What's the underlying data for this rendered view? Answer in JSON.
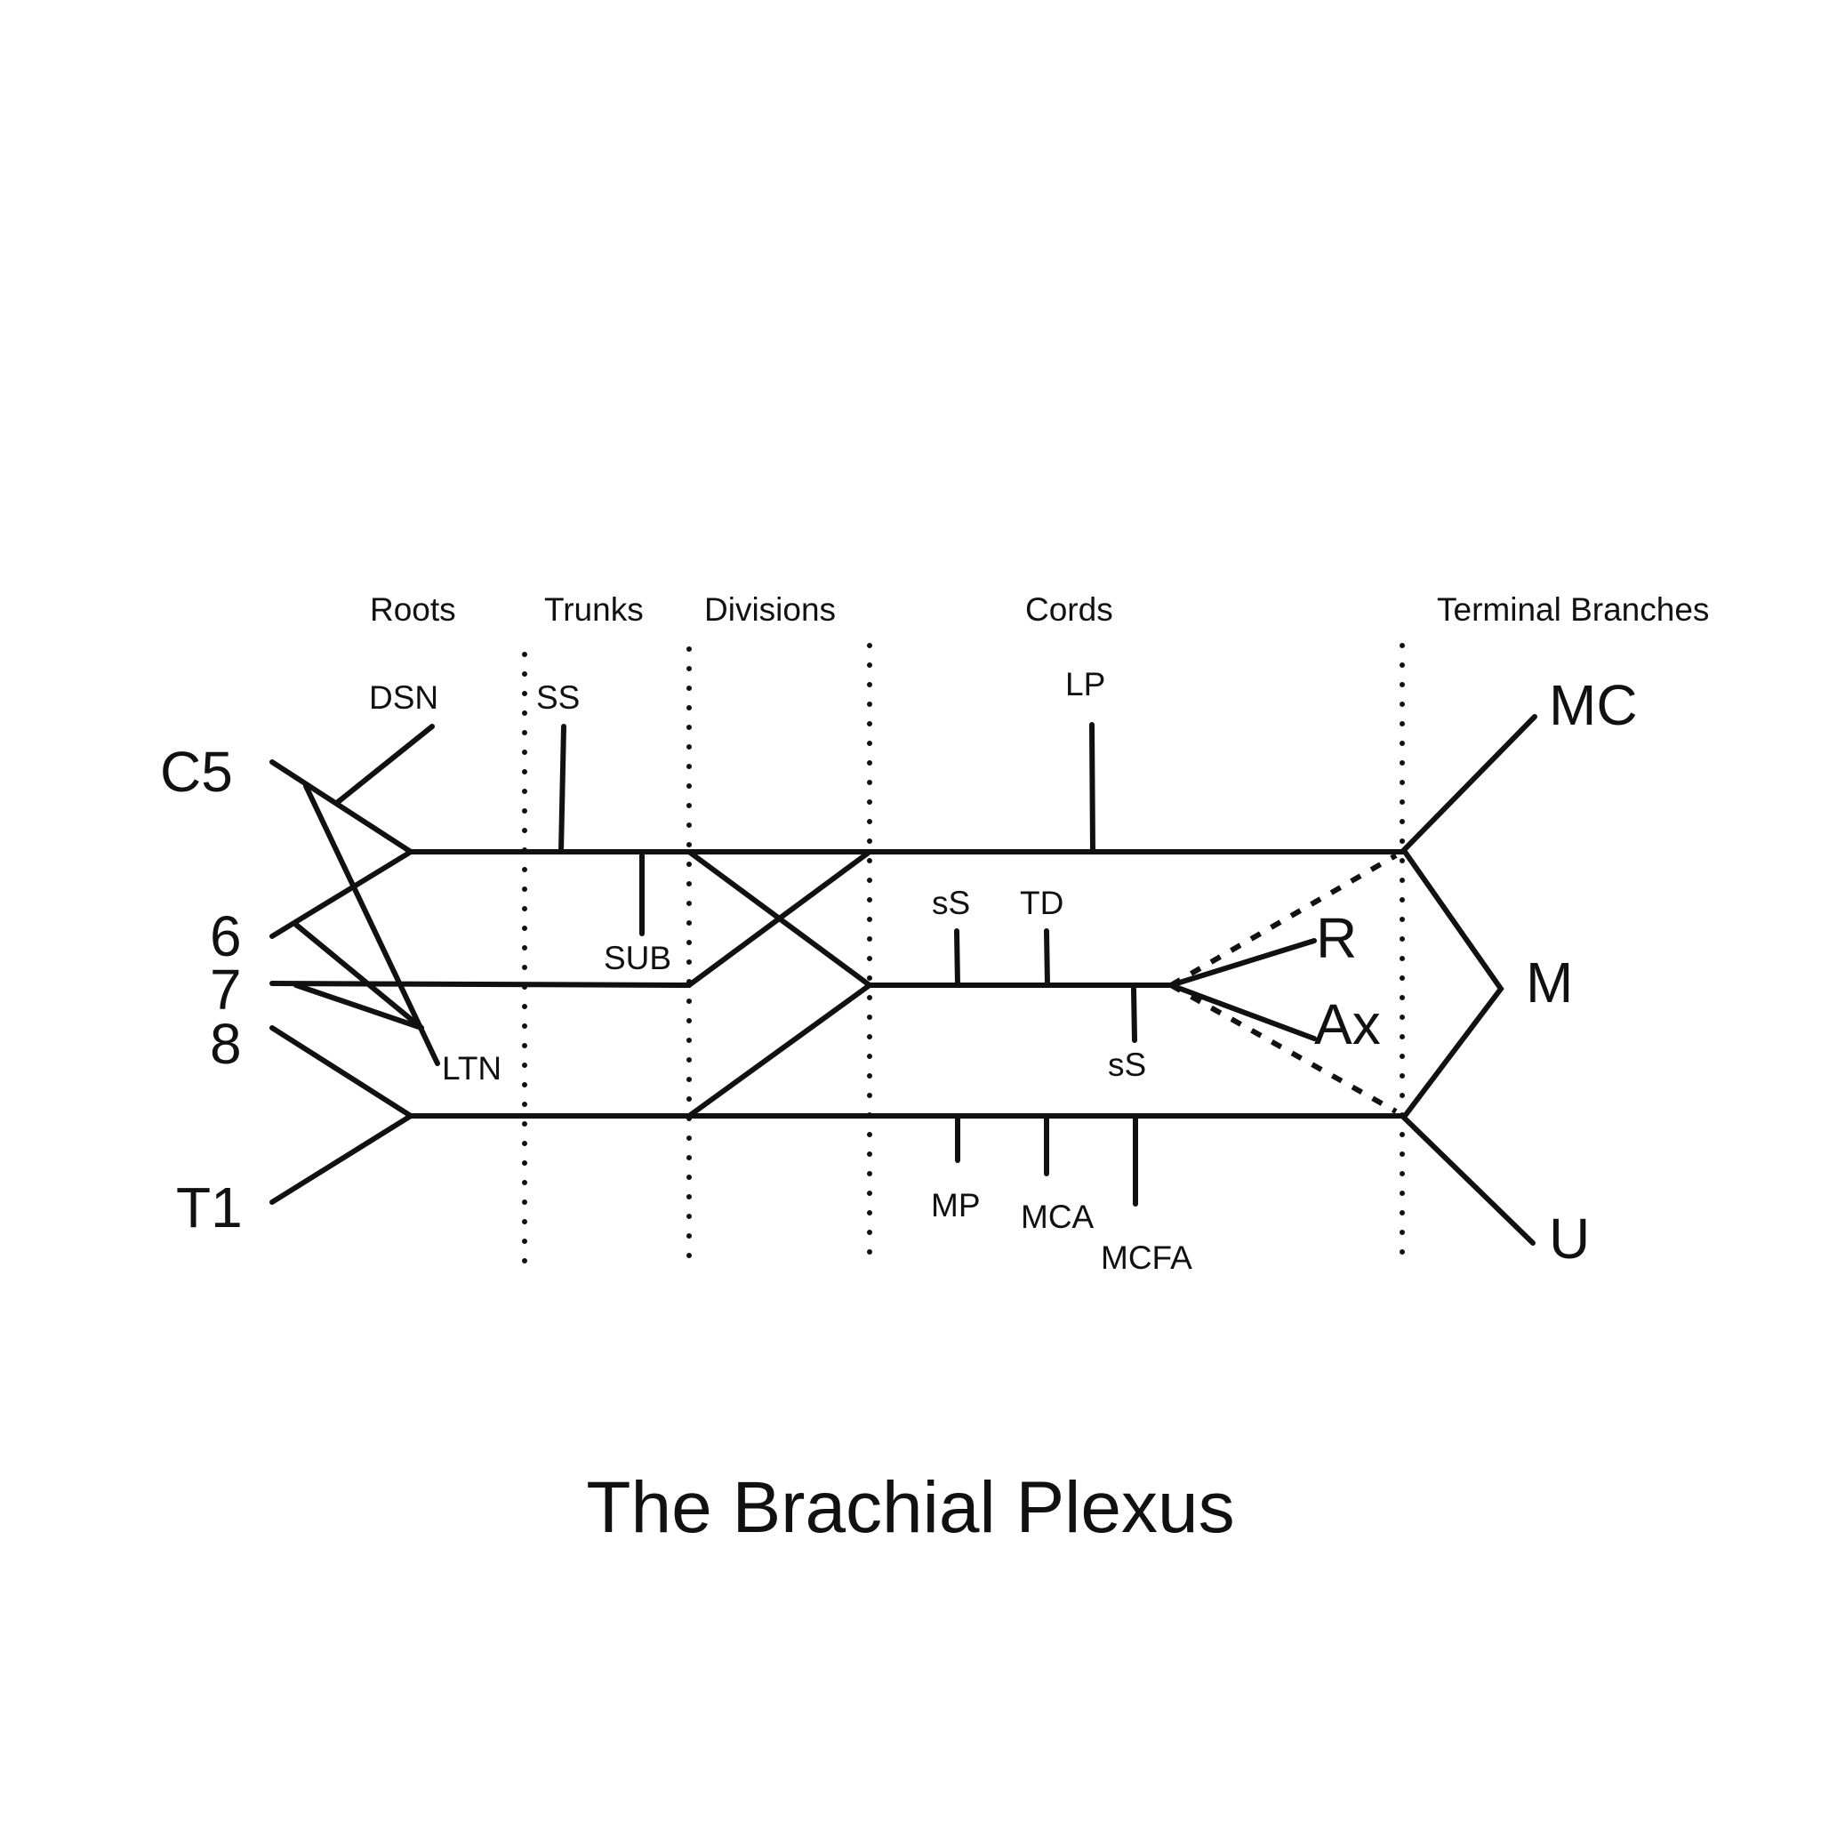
{
  "title": "The Brachial Plexus",
  "sections": {
    "roots": "Roots",
    "trunks": "Trunks",
    "divisions": "Divisions",
    "cords": "Cords",
    "terminal": "Terminal Branches"
  },
  "roots": {
    "c5": "C5",
    "c6": "6",
    "c7": "7",
    "c8": "8",
    "t1": "T1"
  },
  "branches": {
    "dsn": "DSN",
    "ss": "SS",
    "sub": "SUB",
    "ltn": "LTN",
    "lp": "LP",
    "ss_upper_post": "sS",
    "td": "TD",
    "ss_lower_post": "sS",
    "mp": "MP",
    "mca": "MCA",
    "mcfa": "MCFA"
  },
  "terminal": {
    "mc": "MC",
    "m": "M",
    "u": "U",
    "r": "R",
    "ax": "Ax"
  },
  "colors": {
    "line": "#111111",
    "background": "#ffffff"
  }
}
